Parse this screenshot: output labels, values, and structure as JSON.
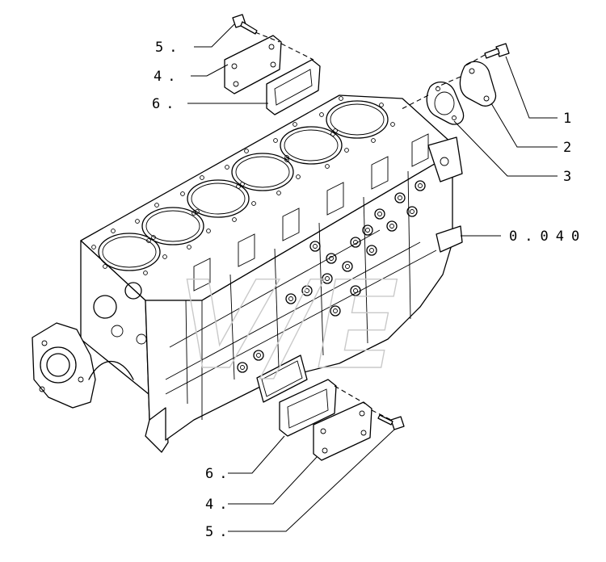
{
  "callouts": [
    {
      "id": "c5top",
      "text": "5",
      "dots": "."
    },
    {
      "id": "c4top",
      "text": "4",
      "dots": "."
    },
    {
      "id": "c6top",
      "text": "6",
      "dots": "."
    },
    {
      "id": "c1",
      "text": "1",
      "dots": ""
    },
    {
      "id": "c2",
      "text": "2",
      "dots": ""
    },
    {
      "id": "c3",
      "text": "3",
      "dots": ""
    },
    {
      "id": "cref",
      "text": "0.040",
      "dots": ""
    },
    {
      "id": "c6bot",
      "text": "6",
      "dots": "."
    },
    {
      "id": "c4bot",
      "text": "4",
      "dots": "."
    },
    {
      "id": "c5bot",
      "text": "5",
      "dots": "."
    }
  ],
  "colors": {
    "ink": "#000000",
    "watermark": "#c9c9c9"
  }
}
